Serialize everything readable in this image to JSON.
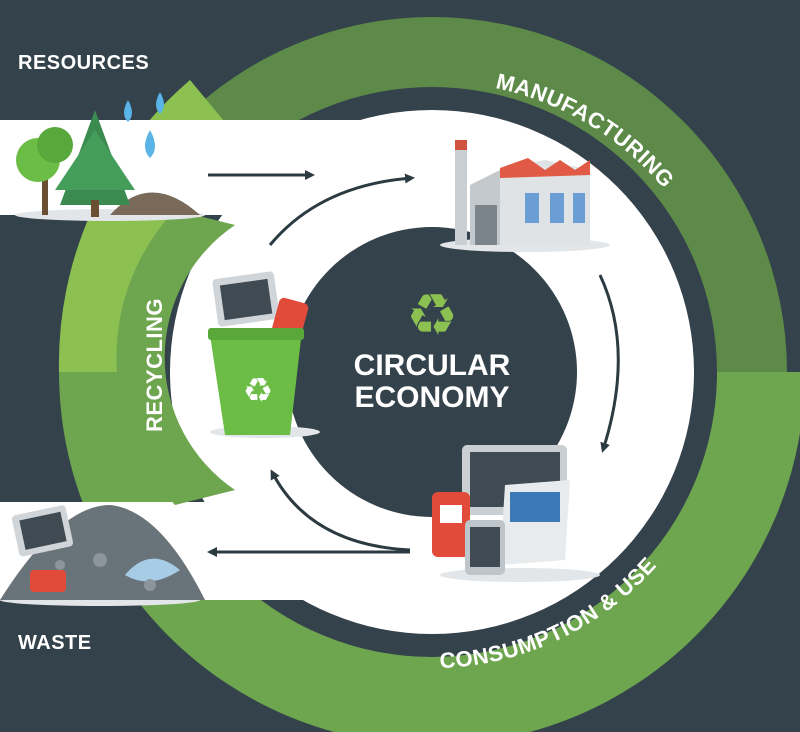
{
  "labels": {
    "resources": "RESOURCES",
    "manufacturing": "MANUFACTURING",
    "consumption": "CONSUMPTION & USE",
    "recycling": "RECYCLING",
    "waste": "WASTE",
    "center_line1": "CIRCULAR",
    "center_line2": "ECONOMY"
  },
  "colors": {
    "background": "#34424b",
    "ring_dark_green": "#5d8a48",
    "ring_mid_green": "#6ea54f",
    "ring_light_green": "#8cc152",
    "band_white": "#ffffff",
    "center": "#34424b",
    "recycle_symbol": "#8cc152"
  },
  "icons": {
    "resources": "trees-water-soil-icon",
    "manufacturing": "factory-icon",
    "consumption": "devices-can-icon",
    "recycling": "recycle-bin-icon",
    "waste": "waste-pile-icon",
    "center": "recycle-symbol-icon"
  }
}
